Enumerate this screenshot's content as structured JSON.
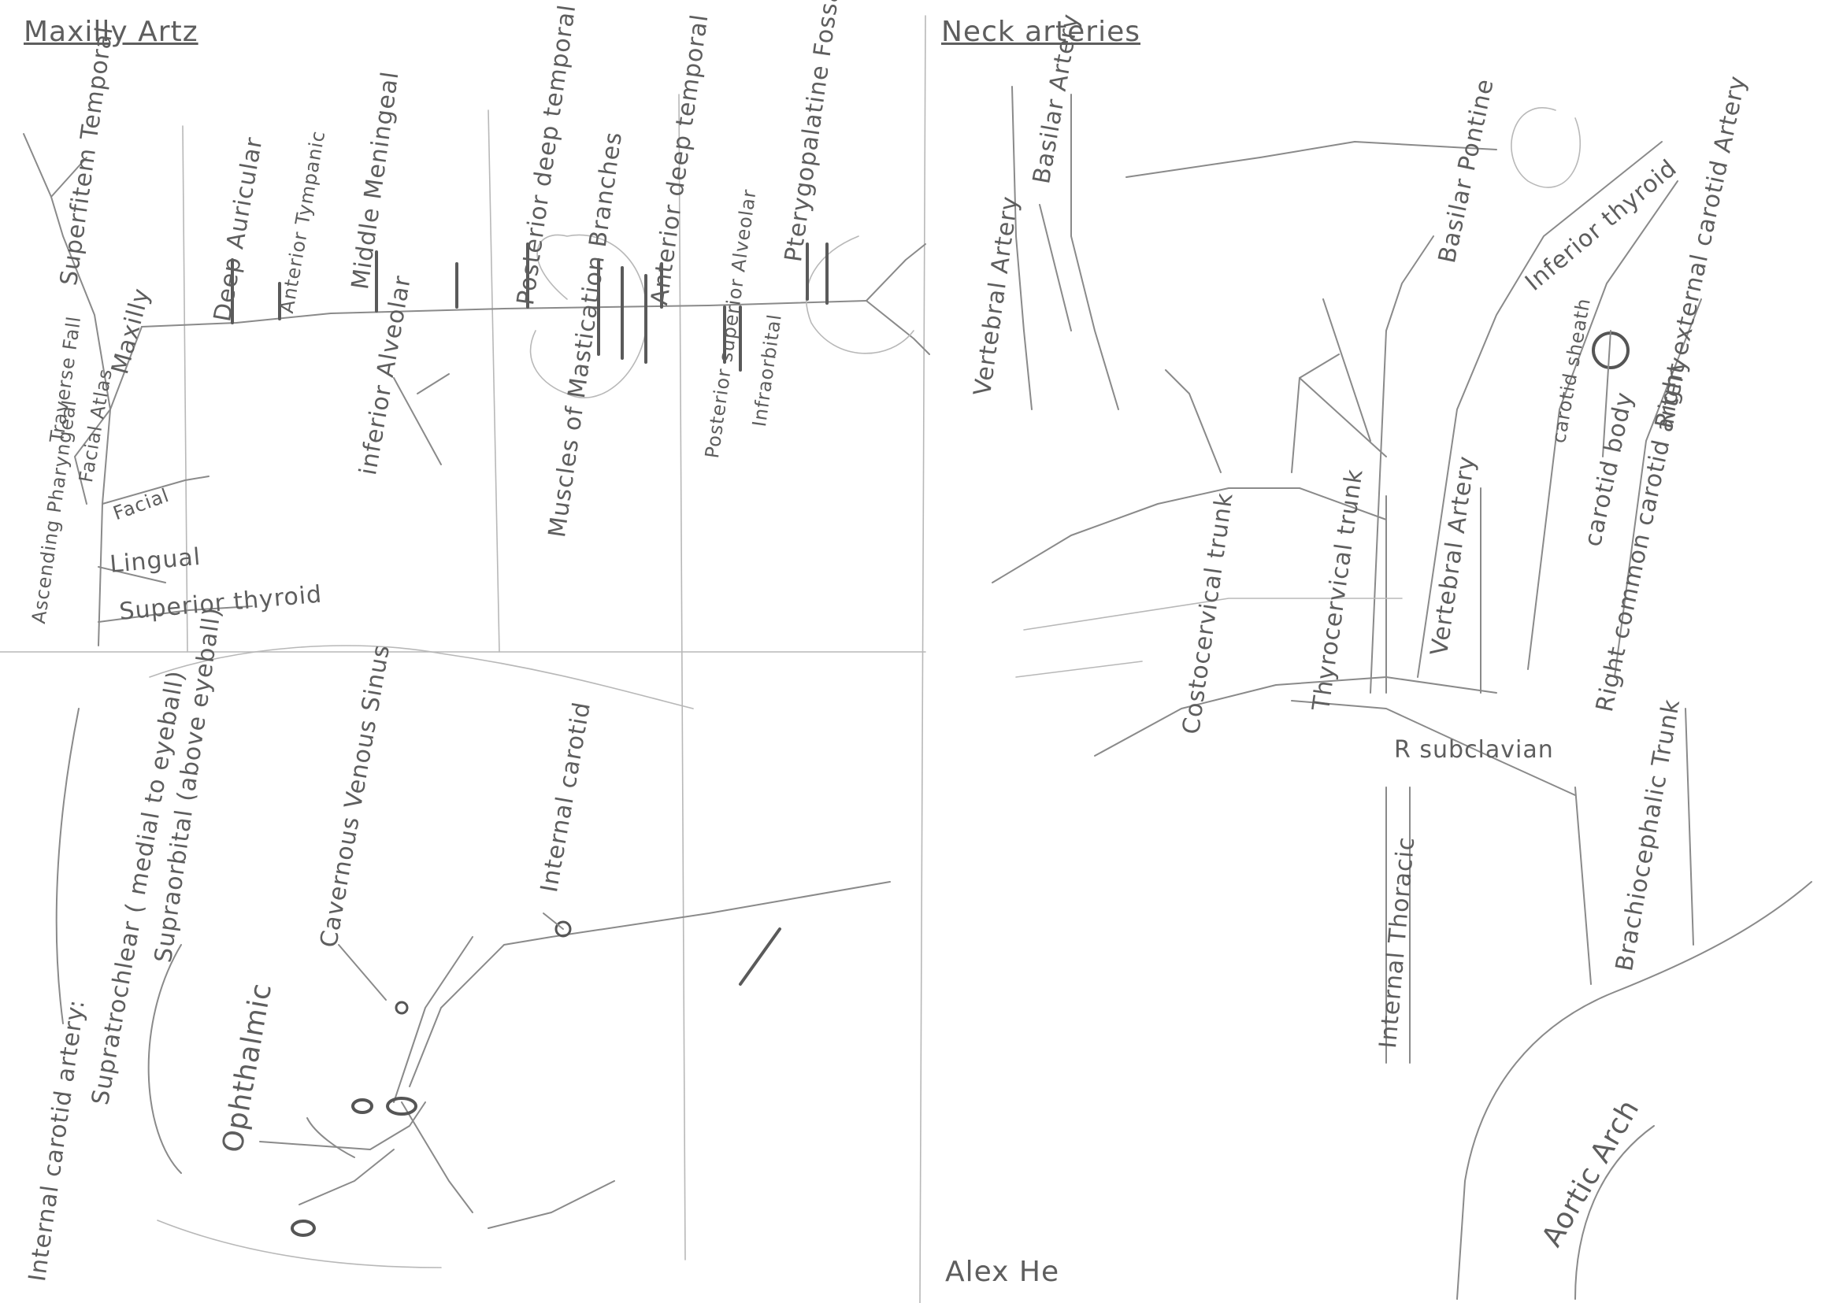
{
  "sections": {
    "maxillary": {
      "title": "Maxilly Artz",
      "labels": {
        "superficial_temporal": "Superfitem Temporal",
        "maxillary": "Maxilly",
        "facial_top": "Traverse Fall",
        "facial_inner": "Facial Atlas",
        "facial": "Facial",
        "lingual_side": "Ascending Pharyngeal",
        "lingual": "Lingual",
        "superior_thyroid": "Superior thyroid",
        "deep_auricular": "Deep Auricular",
        "anterior_tympanic": "Anterior Tympanic",
        "middle_meningeal": "Middle Meningeal",
        "inferior_alveolar": "inferior Alveolar",
        "posterior_deep_temporal": "Posterior deep temporal",
        "anterior_deep_temporal": "Anterior deep temporal",
        "muscles_mastication": "Muscles of Mastication Branches",
        "posterior_superior_alveolar": "Posterior superior Alveolar",
        "infraorbital": "Infraorbital",
        "pterygopalatine": "Pterygopalatine Fossa branches"
      }
    },
    "neck": {
      "title": "Neck arteries",
      "labels": {
        "basilar": "Basilar Artery",
        "vertebral_top": "Vertebral Artery",
        "basilar_pontine": "Basilar Pontine",
        "internal_jugular_thyroid": "Inferior thyroid",
        "carotid_sheath": "carotid sheath",
        "right_external_carotid": "Right external carotid Artery",
        "carotid_body": "carotid body",
        "right_common_carotid": "Right common carotid artery",
        "costocervical": "Costocervical trunk",
        "thyrocervical": "Thyrocervical trunk",
        "vertebral": "Vertebral Artery",
        "r_subclavian": "R subclavian",
        "internal_thoracic": "Internal Thoracic",
        "brachiocephalic": "Brachiocephalic Trunk",
        "aortic_arch": "Aortic Arch"
      }
    },
    "internal_carotid": {
      "title": "Internal carotid artery:",
      "labels": {
        "supratrochlear": "Supratrochlear ( medial to eyeball)",
        "supraorbital": "Supraorbital (above eyeball)",
        "ophthalmic": "Ophthalmic",
        "cavernous_sinus": "Cavernous Venous Sinus",
        "internal_carotid": "Internal carotid"
      }
    },
    "footer": {
      "signature": "Alex He"
    }
  }
}
